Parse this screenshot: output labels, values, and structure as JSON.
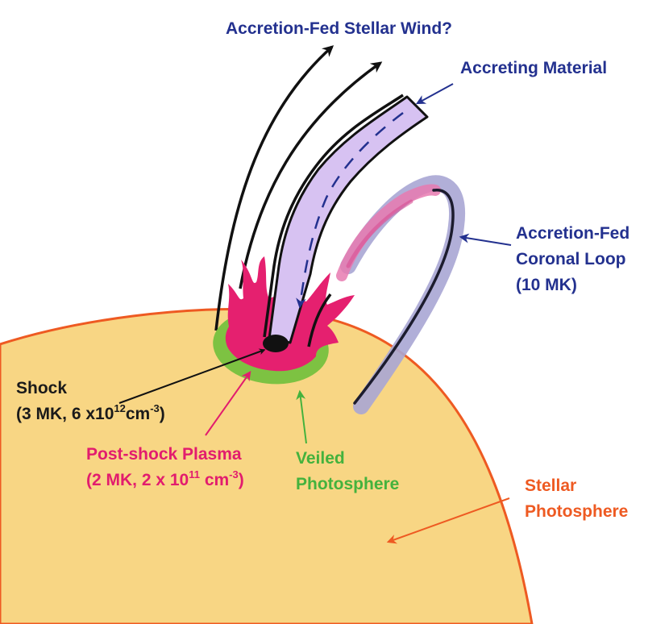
{
  "labels": {
    "wind": "Accretion-Fed Stellar Wind?",
    "accreting": "Accreting Material",
    "loop_line1": "Accretion-Fed",
    "loop_line2": "Coronal Loop",
    "loop_line3": "(10 MK)",
    "shock_line1": "Shock",
    "shock_pre": "(3 MK, 6 x10",
    "shock_exp1": "12",
    "shock_mid": "cm",
    "shock_exp2": "-3",
    "shock_post": ")",
    "plasma_line1": "Post-shock Plasma",
    "plasma_pre": "(2 MK, 2 x 10",
    "plasma_exp1": "11",
    "plasma_mid": " cm",
    "plasma_exp2": "-3",
    "plasma_post": ")",
    "veiled_line1": "Veiled",
    "veiled_line2": "Photosphere",
    "stellar_line1": "Stellar",
    "stellar_line2": "Photosphere"
  },
  "colors": {
    "photosphere_fill": "#f8d684",
    "photosphere_limb": "#ee5a22",
    "accretion_stream": "#d7c2f2",
    "loop_halo": "#a8a6d4",
    "post_shock_plasma": "#e5206f",
    "veiled_photosphere": "#7dc242",
    "shock": "#111111",
    "label_blue": "#23318f"
  }
}
